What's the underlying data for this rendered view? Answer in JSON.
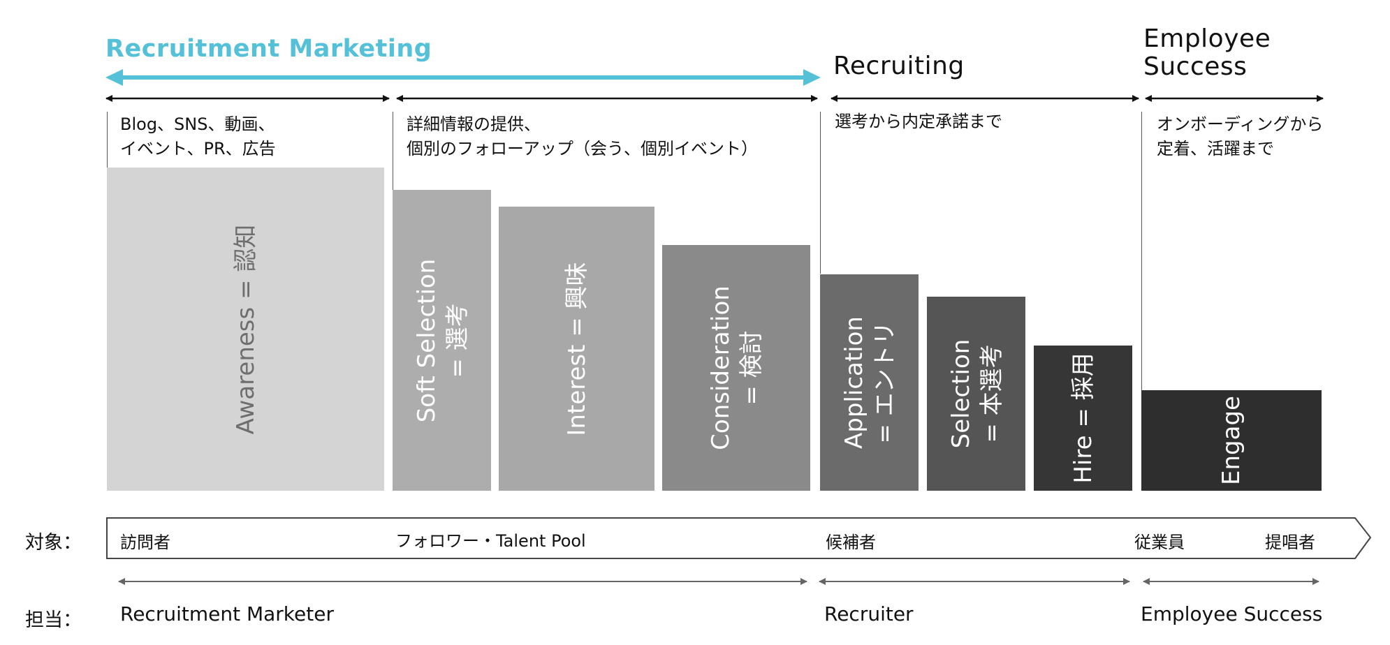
{
  "stages": {
    "recruitment_marketing": "Recruitment Marketing",
    "recruiting": "Recruiting",
    "employee_success": "Employee\nSuccess"
  },
  "descriptions": {
    "awareness": "Blog、SNS、動画、\nイベント、PR、広告",
    "nurture": "詳細情報の提供、\n個別のフォローアップ（会う、個別イベント）",
    "recruiting": "選考から内定承諾まで",
    "employee": "オンボーディングから\n定着、活躍まで"
  },
  "bars": [
    {
      "label": "Awareness = 認知",
      "level": 1.0
    },
    {
      "label": "Soft Selection\n= 選考",
      "level": 0.93
    },
    {
      "label": "Interest = 興味",
      "level": 0.88
    },
    {
      "label": "Consideration\n= 検討",
      "level": 0.76
    },
    {
      "label": "Application\n= エントリ",
      "level": 0.67
    },
    {
      "label": "Selection\n= 本選考",
      "level": 0.6
    },
    {
      "label": "Hire = 採用",
      "level": 0.45
    },
    {
      "label": "Engage",
      "level": 0.31
    }
  ],
  "targets": {
    "row_label": "対象：",
    "visitors": "訪問者",
    "followers": "フォロワー・Talent Pool",
    "candidates": "候補者",
    "employees": "従業員",
    "advocates": "提唱者"
  },
  "owners": {
    "row_label": "担当：",
    "marketer": "Recruitment Marketer",
    "recruiter": "Recruiter",
    "employee_success": "Employee Success"
  },
  "colors": {
    "accent": "#55c1d9",
    "bars": [
      "#d4d4d4",
      "#adadad",
      "#a8a8a8",
      "#8a8a8a",
      "#6b6b6b",
      "#555555",
      "#363636",
      "#2e2e2e"
    ],
    "awareness_text": "#6e6e6e"
  }
}
